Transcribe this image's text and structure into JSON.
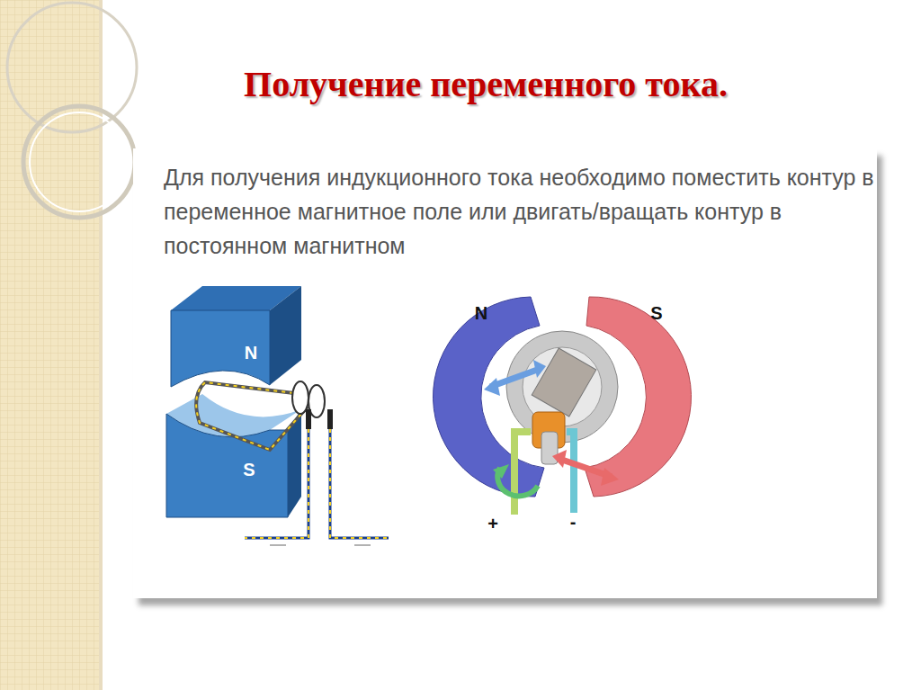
{
  "diagram": {
    "title": "Получение переменного тока.",
    "labels": [
      "Для получения индукционного тока необходимо поместить контур в переменное магнитное поле или двигать/вращать контур в постоянном магнитном",
      "N",
      "S",
      "N",
      "S",
      "+",
      "-"
    ]
  }
}
